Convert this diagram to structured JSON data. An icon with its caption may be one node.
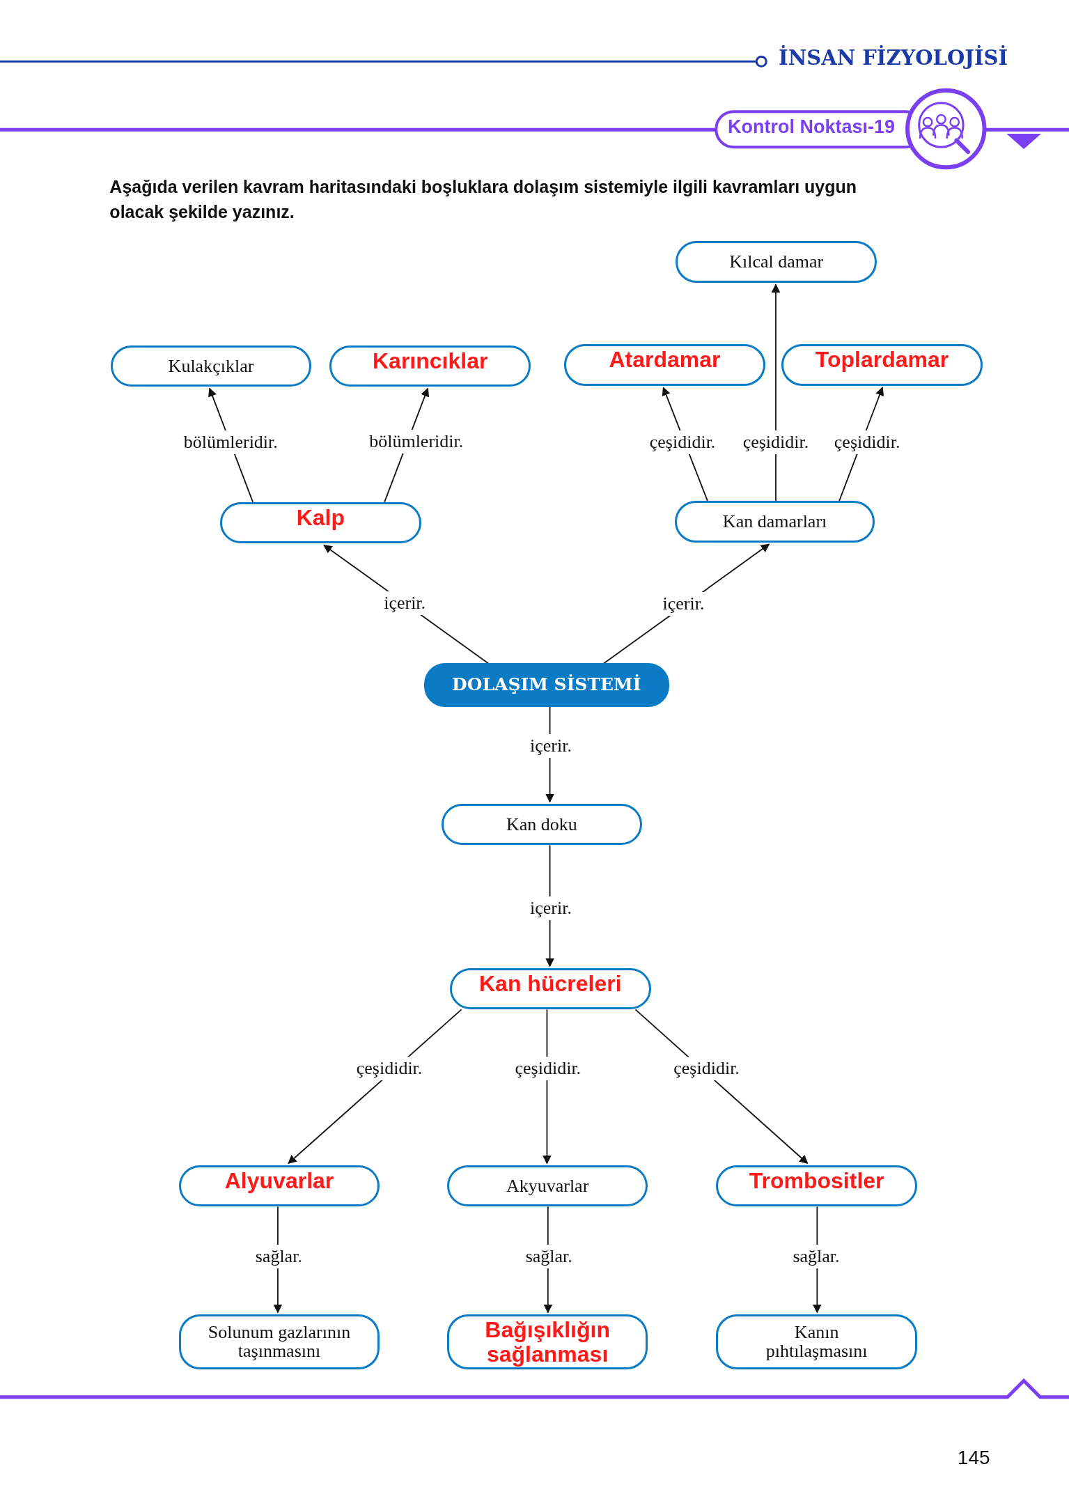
{
  "diagram": {
    "nodes": [
      {
        "text": [
          "Kılcal damar"
        ]
      },
      {
        "text": [
          "Kulakçıklar"
        ]
      },
      {
        "text": [
          "Karıncıklar"
        ]
      },
      {
        "text": [
          "Atardamar"
        ]
      },
      {
        "text": [
          "Toplardamar"
        ]
      },
      {
        "text": [
          "Kalp"
        ]
      },
      {
        "text": [
          "Kan damarları"
        ]
      },
      {
        "text": [
          "DOLAŞIM SİSTEMİ"
        ]
      },
      {
        "text": [
          "Kan doku"
        ]
      },
      {
        "text": [
          "Kan hücreleri"
        ]
      },
      {
        "text": [
          "Alyuvarlar"
        ]
      },
      {
        "text": [
          "Akyuvarlar"
        ]
      },
      {
        "text": [
          "Trombositler"
        ]
      },
      {
        "text": [
          "Solunum gazlarının taşınmasını"
        ]
      },
      {
        "text": [
          "Bağışıklığın sağlanması"
        ]
      },
      {
        "text": [
          "Kanın pıhtılaşmasını"
        ]
      }
    ],
    "edges": [
      {
        "from": 5,
        "to": 1,
        "arrow": "to",
        "label": "bölümleridir."
      },
      {
        "from": 5,
        "to": 2,
        "arrow": "to",
        "label": "bölümleridir."
      },
      {
        "from": 6,
        "to": 3,
        "arrow": "to",
        "label": "çeşididir."
      },
      {
        "from": 6,
        "to": 0,
        "arrow": "to",
        "label": "çeşididir."
      },
      {
        "from": 6,
        "to": 4,
        "arrow": "to",
        "label": "çeşididir."
      },
      {
        "from": 7,
        "to": 5,
        "arrow": "to",
        "label": "içerir."
      },
      {
        "from": 7,
        "to": 6,
        "arrow": "to",
        "label": "içerir."
      },
      {
        "from": 7,
        "to": 8,
        "arrow": "to",
        "label": "içerir."
      },
      {
        "from": 8,
        "to": 9,
        "arrow": "to",
        "label": "içerir."
      },
      {
        "from": 9,
        "to": 10,
        "arrow": "to",
        "label": "çeşididir."
      },
      {
        "from": 9,
        "to": 11,
        "arrow": "to",
        "label": "çeşididir."
      },
      {
        "from": 9,
        "to": 12,
        "arrow": "to",
        "label": "çeşididir."
      },
      {
        "from": 10,
        "to": 13,
        "arrow": "to",
        "label": "sağlar."
      },
      {
        "from": 11,
        "to": 14,
        "arrow": "to",
        "label": "sağlar."
      },
      {
        "from": 12,
        "to": 15,
        "arrow": "to",
        "label": "sağlar."
      }
    ],
    "labels": [
      "İNSAN FİZYOLOJİSİ",
      "Kontrol Noktası-19",
      "Aşağıda verilen kavram haritasındaki boşluklara dolaşım sistemiyle ilgili kavramları uygun olacak şekilde yazınız.",
      "145"
    ]
  }
}
